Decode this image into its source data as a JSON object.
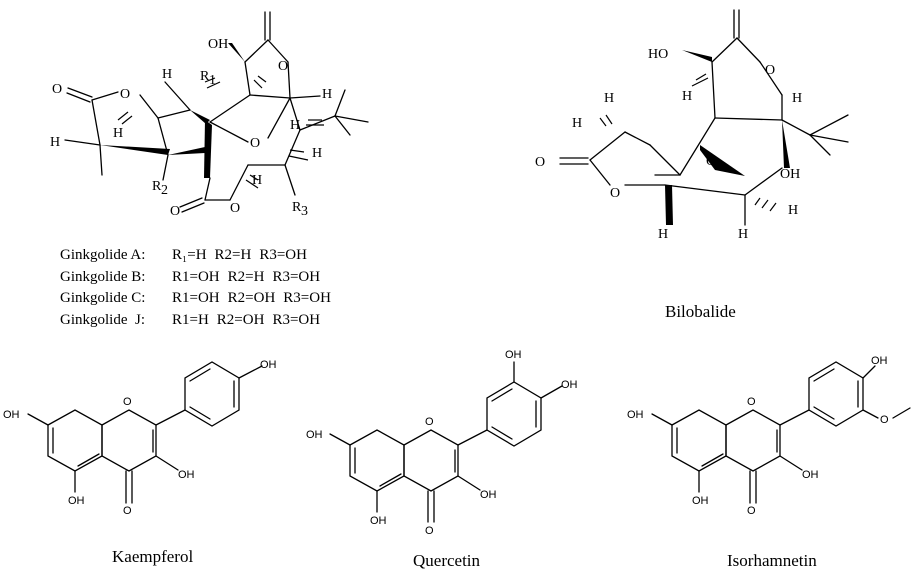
{
  "figure": {
    "ginkgolide": {
      "labels": {
        "R1": "R1",
        "R2": "R2",
        "R3": "R3",
        "OH": "OH",
        "H": "H",
        "O": "O"
      },
      "legend": [
        {
          "name": "Ginkgolide A:",
          "r1": "R₁=H",
          "r2": "R2=H",
          "r3": "R3=OH"
        },
        {
          "name": "Ginkgolide B:",
          "r1": "R1=OH",
          "r2": "R2=H",
          "r3": "R3=OH"
        },
        {
          "name": "Ginkgolide C:",
          "r1": "R1=OH",
          "r2": "R2=OH",
          "r3": "R3=OH"
        },
        {
          "name": "Ginkgolide  J:",
          "r1": "R1=H",
          "r2": "R2=OH",
          "r3": "R3=OH"
        }
      ]
    },
    "bilobalide": {
      "caption": "Bilobalide"
    },
    "kaempferol": {
      "caption": "Kaempferol"
    },
    "quercetin": {
      "caption": "Quercetin"
    },
    "isorhamnetin": {
      "caption": "Isorhamnetin"
    }
  }
}
